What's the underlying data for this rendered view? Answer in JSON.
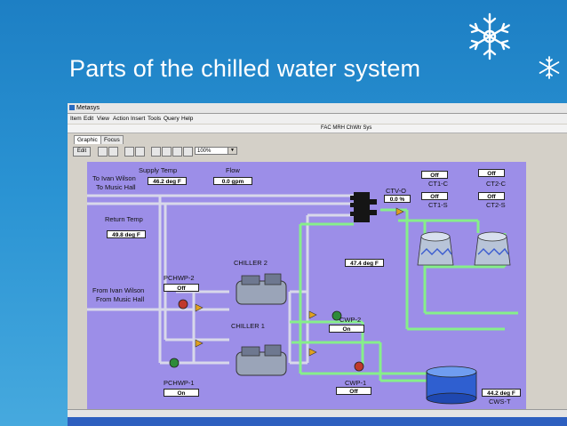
{
  "slide": {
    "title": "Parts of the chilled water system",
    "icons": [
      "snowflake-icon-large",
      "snowflake-icon-small"
    ]
  },
  "window": {
    "app_title": "Metasys",
    "document_title": "FAC MRH ChWtr Sys",
    "menu": [
      "Item",
      "Edit",
      "View",
      "Action",
      "Insert",
      "Tools",
      "Query",
      "Help"
    ],
    "tabs": [
      "Graphic",
      "Focus"
    ],
    "active_tab": "Graphic",
    "toolbar": {
      "edit_label": "Edit",
      "zoom": "100%",
      "icons": [
        "print-icon",
        "print-preview-icon",
        "select-arrow-icon",
        "pan-icon",
        "zoom-in-icon",
        "zoom-out-icon",
        "zoom-fit-icon",
        "zoom-window-icon"
      ]
    }
  },
  "graphic": {
    "labels": {
      "supply_temp": "Supply Temp",
      "flow": "Flow",
      "to_bldg_1": "To Ivan Wilson",
      "to_bldg_2": "To Music Hall",
      "return_temp": "Return Temp",
      "from_bldg_1": "From Ivan Wilson",
      "from_bldg_2": "From Music Hall",
      "chiller2": "CHILLER 2",
      "chiller1": "CHILLER 1",
      "pchwp2": "PCHWP-2",
      "pchwp1": "PCHWP-1",
      "cwp2": "CWP-2",
      "cwp1": "CWP-1",
      "ctvo": "CTV-O",
      "ct1c": "CT1-C",
      "ct2c": "CT2-C",
      "ct1s": "CT1-S",
      "ct2s": "CT2-S",
      "cwst": "CWS-T"
    },
    "values": {
      "supply_temp": "46.2 deg F",
      "flow": "0.0 gpm",
      "return_temp": "49.8 deg F",
      "condenser_temp": "47.4 deg F",
      "pchwp2": "Off",
      "pchwp1": "On",
      "cwp2": "On",
      "cwp1": "Off",
      "ctvo": "0.0 %",
      "ct1c": "Off",
      "ct2c": "Off",
      "ct1s": "Off",
      "ct2s": "Off",
      "cwst": "44.2 deg F"
    },
    "colors": {
      "canvas": "#9c8ee8",
      "chilled_pipe": "#d0d0e0",
      "condenser_pipe": "#86ef8a",
      "pump_on": "#2e8b3a",
      "pump_off": "#c0392b",
      "valve": "#e0a020",
      "tank": "#2f5fd0"
    },
    "icons": [
      "chiller-icon",
      "pump-icon",
      "valve-icon",
      "cooling-tower-icon",
      "tank-icon",
      "manifold-icon"
    ]
  }
}
